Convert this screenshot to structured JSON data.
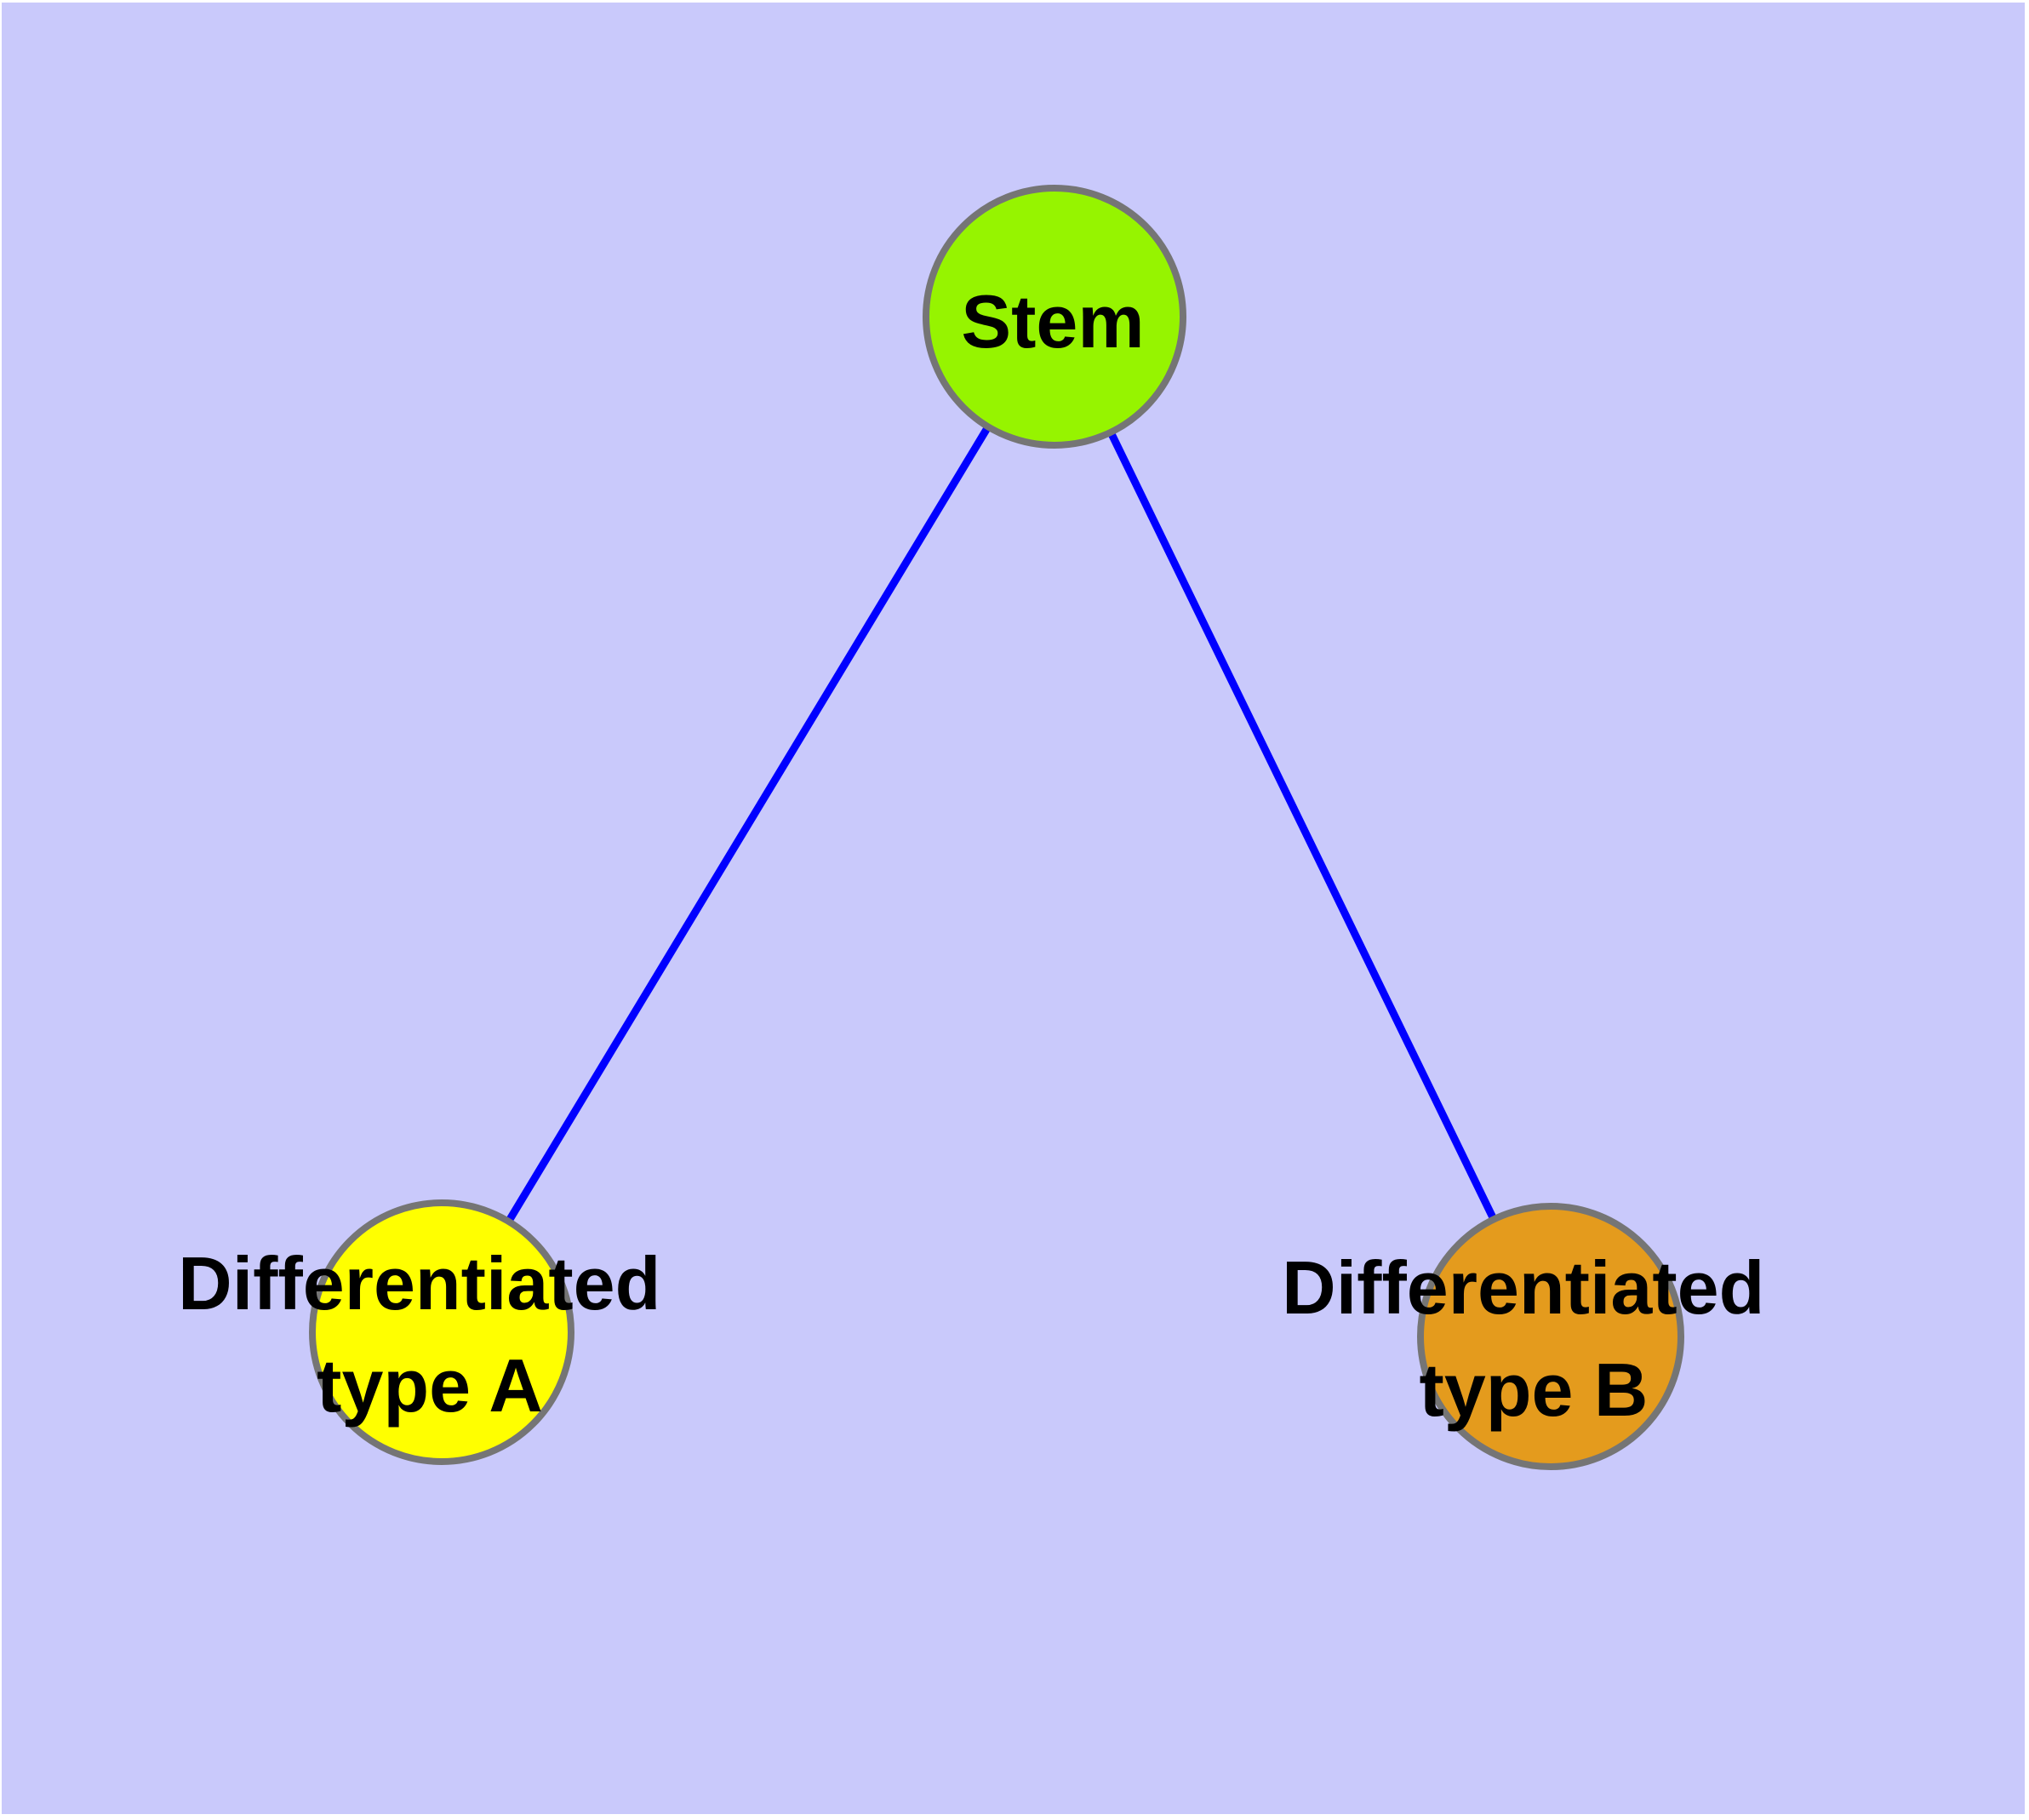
{
  "diagram": {
    "type": "node-link-graph",
    "background_color": "#C9C9FB",
    "frame_color": "#FFFFFF",
    "edge_color": "#0000FF",
    "node_border_color": "#757575",
    "label_color": "#000000",
    "nodes": [
      {
        "id": "stem",
        "label": "Stem",
        "label_lines": [
          "Stem"
        ],
        "color": "#96F400"
      },
      {
        "id": "differentiated-type-a",
        "label": "Differentiated type A",
        "label_lines": [
          "Differentiated",
          "type A"
        ],
        "color": "#FFFF00"
      },
      {
        "id": "differentiated-type-b",
        "label": "Differentiated type B",
        "label_lines": [
          "Differentiated",
          "type B"
        ],
        "color": "#E49B1D"
      }
    ],
    "edges": [
      {
        "from": "stem",
        "to": "differentiated-type-a"
      },
      {
        "from": "stem",
        "to": "differentiated-type-b"
      }
    ]
  }
}
